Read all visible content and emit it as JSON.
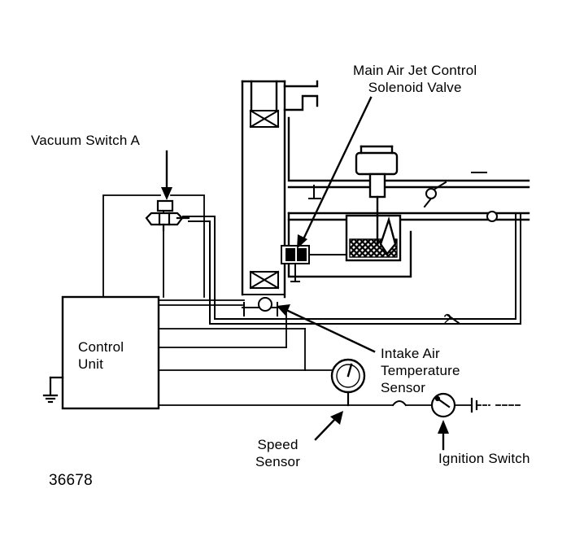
{
  "labels": {
    "main_air_jet_1": "Main Air Jet Control",
    "main_air_jet_2": "Solenoid Valve",
    "vacuum_switch": "Vacuum Switch A",
    "control_unit_1": "Control",
    "control_unit_2": "Unit",
    "intake_1": "Intake Air",
    "intake_2": "Temperature",
    "intake_3": "Sensor",
    "speed_1": "Speed",
    "speed_2": "Sensor",
    "ignition": "Ignition Switch",
    "connector_num": "2",
    "figure_id": "36678"
  },
  "colors": {
    "ink": "#000000",
    "paper": "#ffffff"
  }
}
